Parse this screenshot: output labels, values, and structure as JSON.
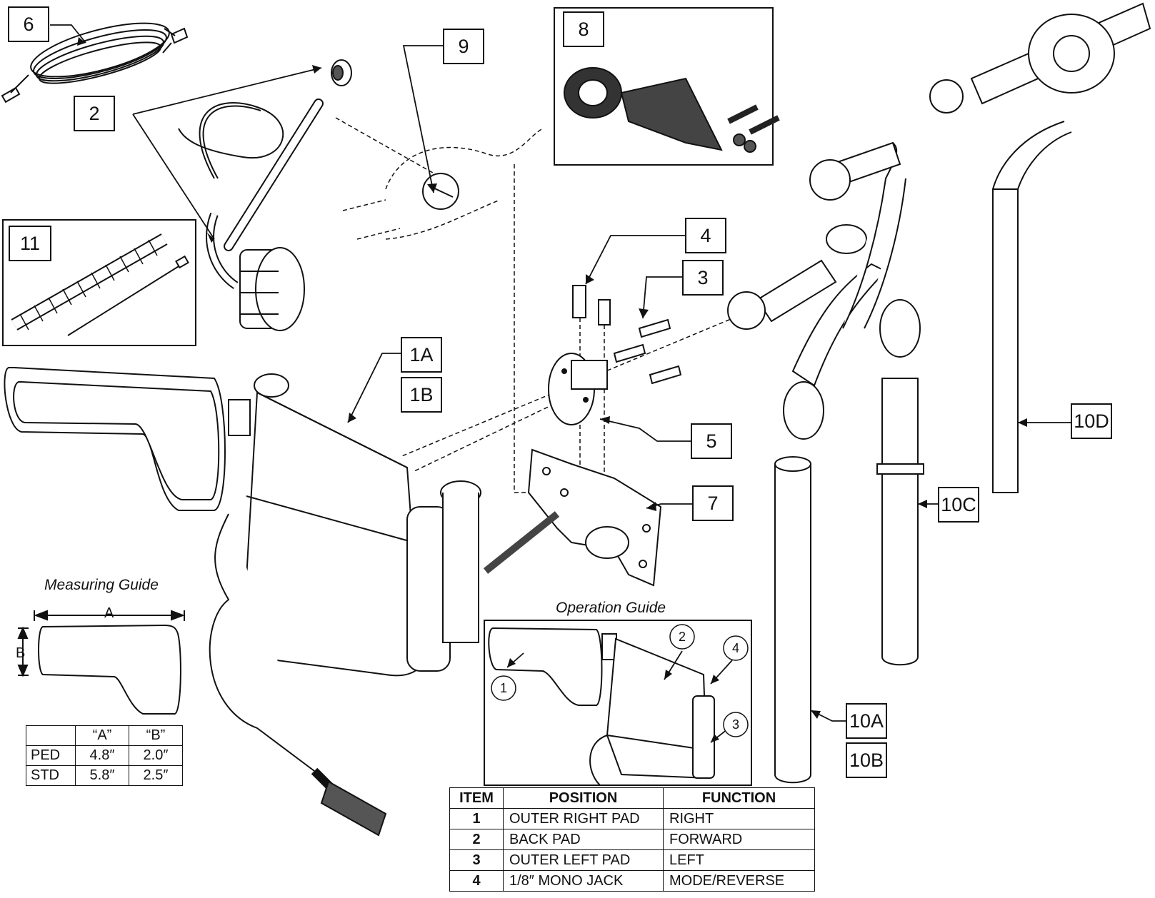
{
  "callouts": {
    "c6": "6",
    "c2": "2",
    "c9": "9",
    "c8": "8",
    "c11": "11",
    "c4": "4",
    "c3": "3",
    "c1a": "1A",
    "c1b": "1B",
    "c5": "5",
    "c7": "7",
    "c10d": "10D",
    "c10c": "10C",
    "c10a": "10A",
    "c10b": "10B"
  },
  "measuring_guide": {
    "title": "Measuring Guide",
    "dim_a": "A",
    "dim_b": "B",
    "headers": [
      "",
      "“A”",
      "“B”"
    ],
    "rows": [
      [
        "PED",
        "4.8″",
        "2.0″"
      ],
      [
        "STD",
        "5.8″",
        "2.5″"
      ]
    ]
  },
  "operation_guide": {
    "title": "Operation Guide",
    "markers": [
      "1",
      "2",
      "3",
      "4"
    ],
    "headers": [
      "ITEM",
      "POSITION",
      "FUNCTION"
    ],
    "rows": [
      [
        "1",
        "OUTER RIGHT PAD",
        "RIGHT"
      ],
      [
        "2",
        "BACK PAD",
        "FORWARD"
      ],
      [
        "3",
        "OUTER LEFT PAD",
        "LEFT"
      ],
      [
        "4",
        "1/8″ MONO JACK",
        "MODE/REVERSE"
      ]
    ]
  },
  "colors": {
    "ink": "#111111",
    "part_fill": "#ffffff",
    "hardware": "#555555",
    "shadow": "#3a3a3a"
  }
}
